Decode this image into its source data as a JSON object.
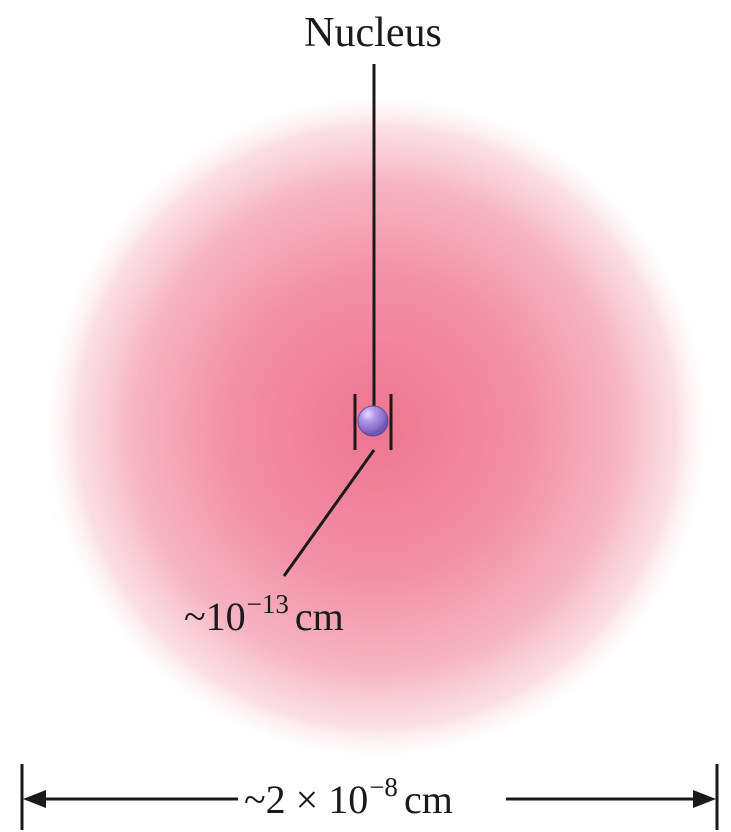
{
  "labels": {
    "nucleus": "Nucleus",
    "nucleus_size": {
      "prefix": "~10",
      "exponent": "−13",
      "unit": "cm"
    },
    "atom_size": {
      "prefix": "~2 × 10",
      "exponent": "−8",
      "unit": "cm"
    }
  },
  "colors": {
    "electron_cloud": "#ee7590",
    "nucleus": "#9d83d6",
    "lines": "#1a1a1a"
  }
}
